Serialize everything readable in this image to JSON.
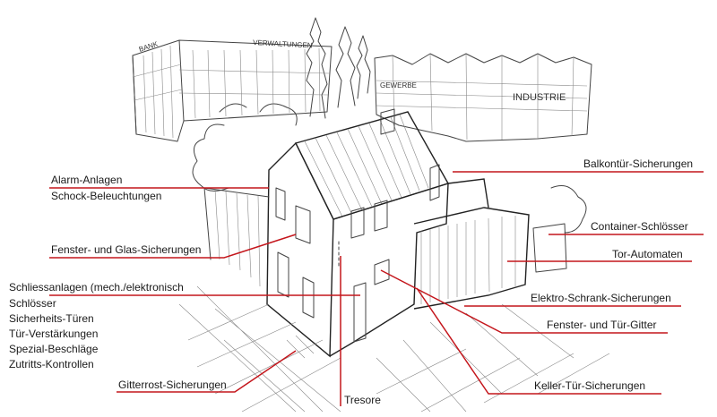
{
  "signs": {
    "bank": "BANK",
    "verwaltungen": "VERWALTUNGEN",
    "gewerbe": "GEWERBE",
    "industrie": "INDUSTRIE"
  },
  "labels": {
    "alarm": "Alarm-Anlagen",
    "schock": "Schock-Beleuchtungen",
    "fenster_glas": "Fenster- und Glas-Sicherungen",
    "schliess": "Schliessanlagen (mech./elektronisch",
    "schloesser": "Schlösser",
    "sicherheitstueren": "Sicherheits-Türen",
    "tuerverstaerkungen": "Tür-Verstärkungen",
    "spezial": "Spezial-Beschläge",
    "zutritt": "Zutritts-Kontrollen",
    "gitterrost": "Gitterrost-Sicherungen",
    "tresore": "Tresore",
    "balkon": "Balkontür-Sicherungen",
    "container": "Container-Schlösser",
    "tor": "Tor-Automaten",
    "elektro": "Elektro-Schrank-Sicherungen",
    "fenster_tuer_gitter": "Fenster- und Tür-Gitter",
    "keller": "Keller-Tür-Sicherungen"
  },
  "colors": {
    "leader": "#c4161c",
    "sketch": "#444444",
    "text": "#1a1a1a"
  }
}
